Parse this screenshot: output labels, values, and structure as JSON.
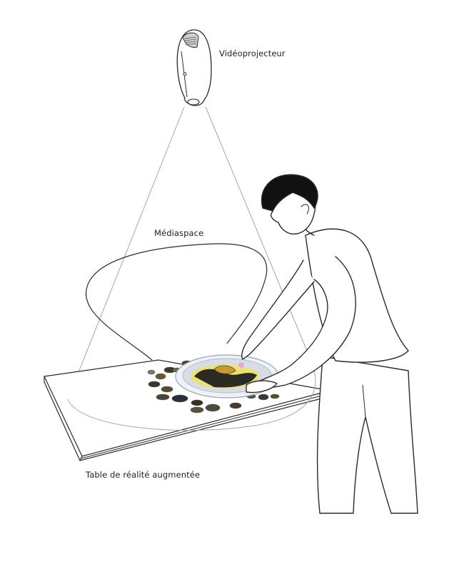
{
  "labels": {
    "projector": "Vidéoprojecteur",
    "mediaspace": "Médiaspace",
    "table": "Table de réalité augmentée"
  },
  "colors": {
    "line": "#2a2a2a",
    "beam": "#9a9a9a",
    "text": "#222222",
    "screen_yellow": "#e9e27a",
    "screen_gold": "#c89a32",
    "ring": "#d7dde6"
  },
  "icons": {
    "projector": "ceiling-projector-icon",
    "person": "person-figure",
    "thumbnails": "media-thumbnail-disc"
  }
}
